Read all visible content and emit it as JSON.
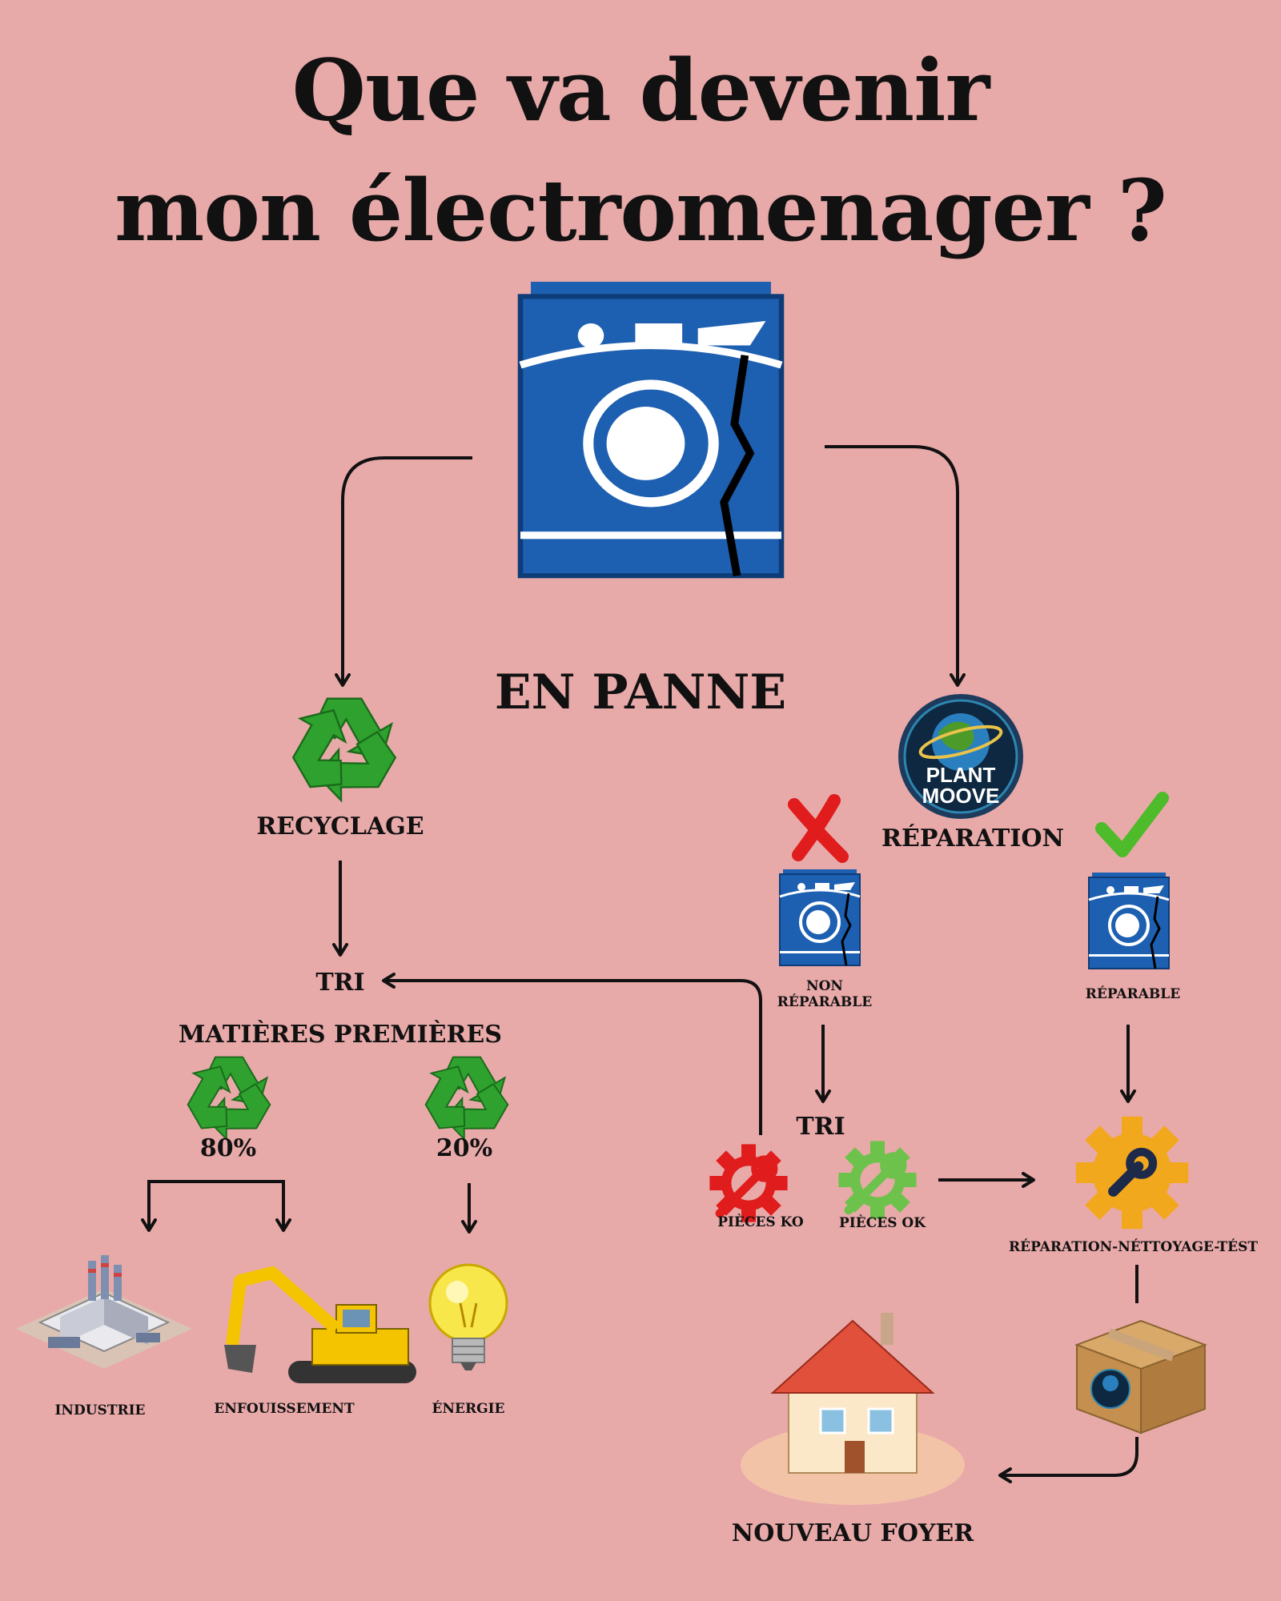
{
  "title": {
    "line1": "Que va devenir",
    "line2": "mon électromenager ?"
  },
  "center": {
    "status": "EN PANNE"
  },
  "left": {
    "recycle_label": "RECYCLAGE",
    "tri_label": "TRI",
    "materials_label": "MATIÈRES PREMIÈRES",
    "share_a": "80%",
    "share_b": "20%",
    "outcome_industry": "INDUSTRIE",
    "outcome_landfill": "ENFOUISSEMENT",
    "outcome_energy": "ÉNERGIE"
  },
  "right": {
    "repair_label": "RÉPARATION",
    "logo_text_line1": "PLANT",
    "logo_text_line2": "MOOVE",
    "not_repairable_line1": "NON",
    "not_repairable_line2": "RÉPARABLE",
    "repairable_label": "RÉPARABLE",
    "tri_label": "TRI",
    "parts_ko": "PIÈCES KO",
    "parts_ok": "PIÈCES OK",
    "process_label": "RÉPARATION-NÉTTOYAGE-TÉST",
    "home_label": "NOUVEAU FOYER"
  },
  "colors": {
    "background": "#e8a9a9",
    "machine_blue": "#1d5fb0",
    "recycle_green": "#2ea12e",
    "ko_red": "#e01c1c",
    "ok_green": "#6cc24a",
    "gear_orange": "#f2a81d",
    "check_green": "#4dbb2a",
    "arrow": "#111111"
  },
  "icons": [
    "broken-washing-machine-icon",
    "recycle-icon",
    "planet-logo-icon",
    "red-cross-icon",
    "check-mark-icon",
    "gear-wrench-icon",
    "factory-icon",
    "excavator-icon",
    "light-bulb-icon",
    "cardboard-box-icon",
    "house-in-hands-icon"
  ]
}
